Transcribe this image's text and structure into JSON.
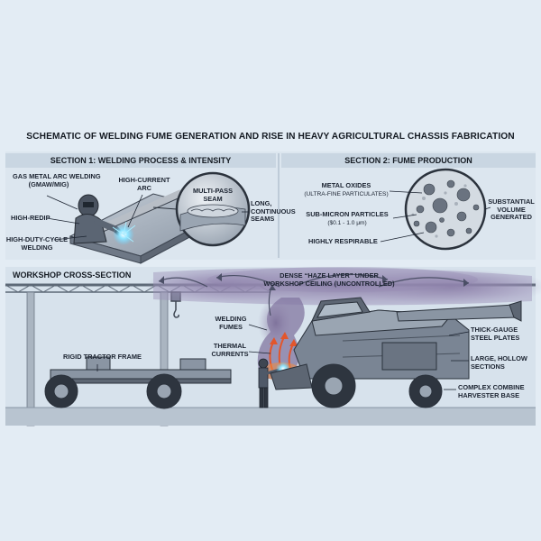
{
  "title": "SCHEMATIC OF WELDING FUME GENERATION AND RISE IN HEAVY AGRICULTURAL CHASSIS FABRICATION",
  "section1": {
    "heading": "SECTION 1: WELDING PROCESS & INTENSITY",
    "labels": {
      "gmaw_line1": "GAS METAL ARC WELDING",
      "gmaw_line2": "(GMAW/MIG)",
      "high_current_line1": "HIGH-CURRENT",
      "high_current_line2": "ARC",
      "high_redip": "HIGH-REDIP",
      "duty_line1": "HIGH-DUTY-CYCLE",
      "duty_line2": "WELDING",
      "multipass_line1": "MULTI-PASS",
      "multipass_line2": "SEAM",
      "seams_line1": "LONG,",
      "seams_line2": "CONTINUOUS",
      "seams_line3": "SEAMS"
    }
  },
  "section2": {
    "heading": "SECTION 2: FUME PRODUCTION",
    "labels": {
      "oxides": "METAL OXIDES",
      "oxides_sub": "(ULTRA-FINE PARTICULATES)",
      "submicron": "SUB-MICRON PARTICLES",
      "submicron_sub": "($0.1 - 1.0 μm)",
      "respirable": "HIGHLY RESPIRABLE",
      "volume_line1": "SUBSTANTIAL",
      "volume_line2": "VOLUME",
      "volume_line3": "GENERATED"
    }
  },
  "workshop": {
    "heading": "WORKSHOP CROSS-SECTION",
    "labels": {
      "haze_line1": "DENSE “HAZE LAYER” UNDER",
      "haze_line2": "WORKSHOP CEILING (UNCONTROLLED)",
      "fumes_line1": "WELDING",
      "fumes_line2": "FUMES",
      "thermal_line1": "THERMAL",
      "thermal_line2": "CURRENTS",
      "tractor": "RIGID TRACTOR FRAME",
      "plates_line1": "THICK-GAUGE",
      "plates_line2": "STEEL PLATES",
      "hollow_line1": "LARGE, HOLLOW",
      "hollow_line2": "SECTIONS",
      "combine_line1": "COMPLEX COMBINE",
      "combine_line2": "HARVESTER BASE"
    }
  },
  "colors": {
    "background": "#e3ecf4",
    "panel": "#dce6ef",
    "header": "#c9d6e2",
    "steel": "#7a8594",
    "steel_dark": "#3e4652",
    "fume": "#8c7fa6",
    "flame": "#e2562c",
    "spark": "#6fd3ff"
  }
}
